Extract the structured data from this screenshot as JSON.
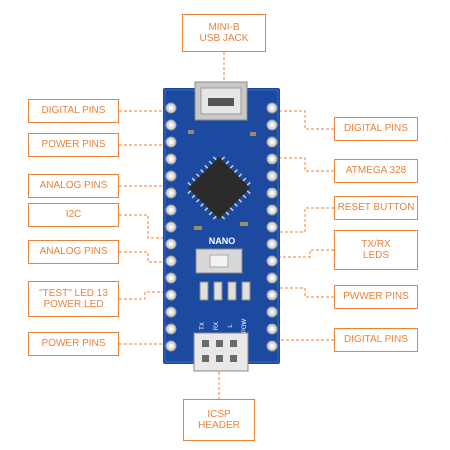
{
  "labels": {
    "usb_jack": "MINI-B\nUSB JACK",
    "digital_pins_left": "DIGITAL PINS",
    "power_pins_left_top": "POWER PINS",
    "analog_pins_left_top": "ANALOG PINS",
    "i2c": "I2C",
    "analog_pins_left_bottom": "ANALOG PINS",
    "test_led": "\"TEST\" LED 13\nPOWER LED",
    "power_pins_left_bottom": "POWER PINS",
    "digital_pins_right_top": "DIGITAL PINS",
    "atmega": "ATMEGA 328",
    "reset_button": "RESET BUTTON",
    "txrx_leds": "TX/RX\nLEDS",
    "power_pins_right": "PWWER PINS",
    "digital_pins_right_bottom": "DIGITAL PINS",
    "icsp_header": "ICSP\nHEADER"
  },
  "board": {
    "silkscreen": "NANO",
    "led_labels": [
      "TX",
      "RX",
      "L",
      "POW"
    ]
  },
  "colors": {
    "accent": "#e8833a",
    "board": "#1c4aa0",
    "pad": "#d9d9d9"
  }
}
